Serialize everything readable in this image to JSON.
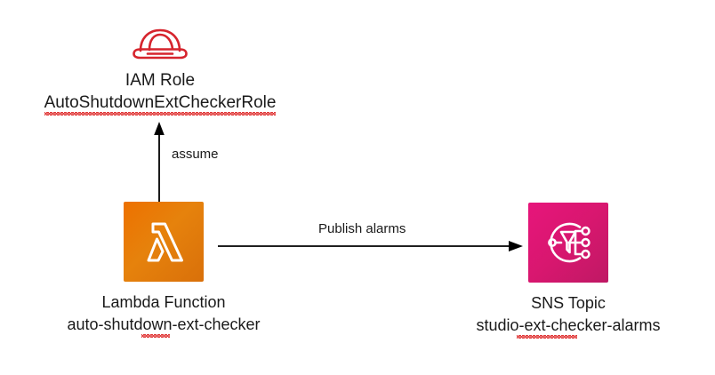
{
  "diagram": {
    "background_color": "#ffffff",
    "nodes": [
      {
        "id": "iam-role",
        "icon": "iam-role-hardhat-icon",
        "icon_color": "#D6242D",
        "title": "IAM Role",
        "name": "AutoShutdownExtCheckerRole",
        "spellcheck_underline": true
      },
      {
        "id": "lambda-function",
        "icon": "aws-lambda-icon",
        "icon_color": "#ED7100",
        "title": "Lambda Function",
        "name": "auto-shutdown-ext-checker",
        "spellcheck_underline": true
      },
      {
        "id": "sns-topic",
        "icon": "aws-sns-icon",
        "icon_color": "#E7157B",
        "title": "SNS Topic",
        "name": "studio-ext-checker-alarms",
        "spellcheck_underline": true
      }
    ],
    "edges": [
      {
        "id": "assume-edge",
        "label": "assume",
        "from": "lambda-function",
        "to": "iam-role",
        "direction": "up",
        "color": "#000000"
      },
      {
        "id": "publish-edge",
        "label": "Publish alarms",
        "from": "lambda-function",
        "to": "sns-topic",
        "direction": "right",
        "color": "#000000"
      }
    ]
  }
}
